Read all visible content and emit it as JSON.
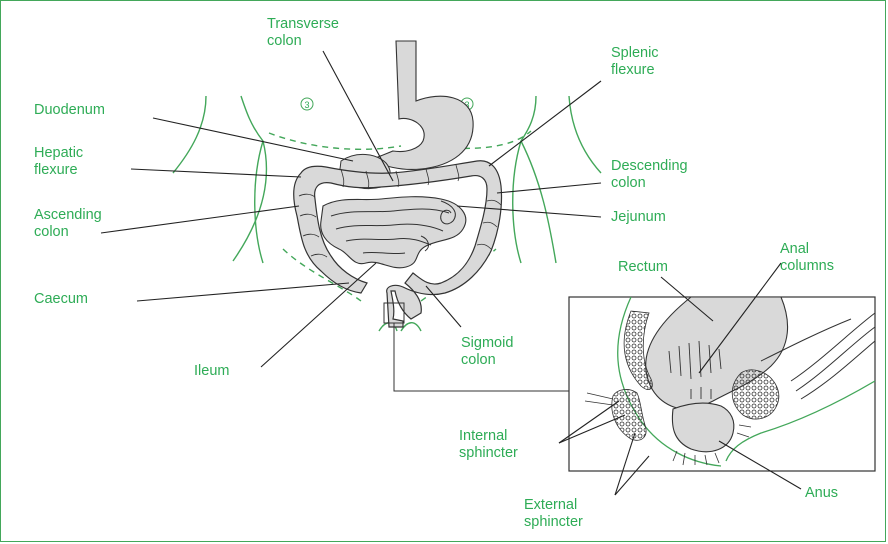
{
  "diagram": {
    "accent_color": "#2eac56",
    "organ_fill": "#d9d9d9",
    "labels": {
      "transverse_colon": [
        "Transverse",
        "colon"
      ],
      "splenic_flexure": [
        "Splenic",
        "flexure"
      ],
      "duodenum": [
        "Duodenum"
      ],
      "hepatic_flexure": [
        "Hepatic",
        "flexure"
      ],
      "descending_colon": [
        "Descending",
        "colon"
      ],
      "ascending_colon": [
        "Ascending",
        "colon"
      ],
      "jejunum": [
        "Jejunum"
      ],
      "anal_columns": [
        "Anal",
        "columns"
      ],
      "rectum": [
        "Rectum"
      ],
      "caecum": [
        "Caecum"
      ],
      "sigmoid_colon": [
        "Sigmoid",
        "colon"
      ],
      "ileum": [
        "Ileum"
      ],
      "internal_sphincter": [
        "Internal",
        "sphincter"
      ],
      "external_sphincter": [
        "External",
        "sphincter"
      ],
      "anus": [
        "Anus"
      ]
    },
    "region_markers": [
      "3",
      "3"
    ]
  }
}
